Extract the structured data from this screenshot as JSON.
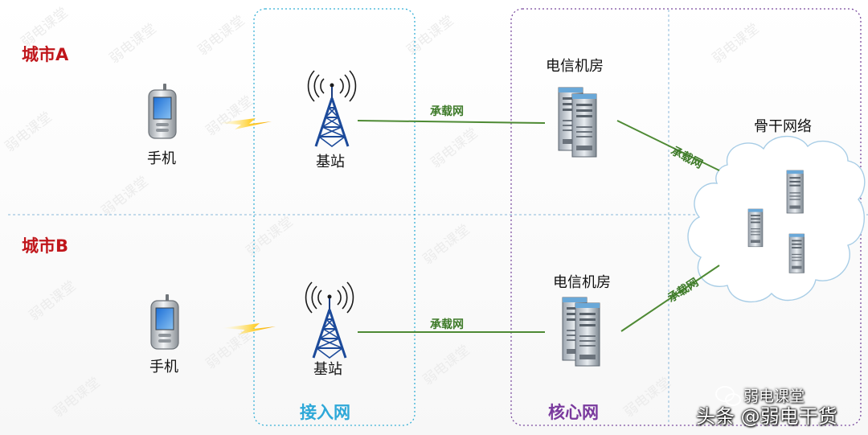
{
  "regions": {
    "city_a": "城市A",
    "city_b": "城市B",
    "access_network": "接入网",
    "core_network": "核心网"
  },
  "nodes": {
    "phone_a": "手机",
    "phone_b": "手机",
    "station_a": "基站",
    "station_b": "基站",
    "room_a": "电信机房",
    "room_b": "电信机房",
    "backbone": "骨干网络"
  },
  "links": {
    "bearer_a": "承载网",
    "bearer_b": "承载网",
    "bearer_core_a": "承载网",
    "bearer_core_b": "承载网"
  },
  "watermark": "弱电课堂",
  "caption": {
    "top": "弱电课堂",
    "bottom": "头条 @弱电干货"
  },
  "colors": {
    "city_label": "#c0161b",
    "access_network": "#2ea8d8",
    "core_network": "#7a3a9e",
    "bearer_link": "#4e8a34"
  },
  "icons": [
    "phone-icon",
    "lightning-icon",
    "tower-icon",
    "server-icon",
    "cloud-icon",
    "wechat-icon"
  ]
}
